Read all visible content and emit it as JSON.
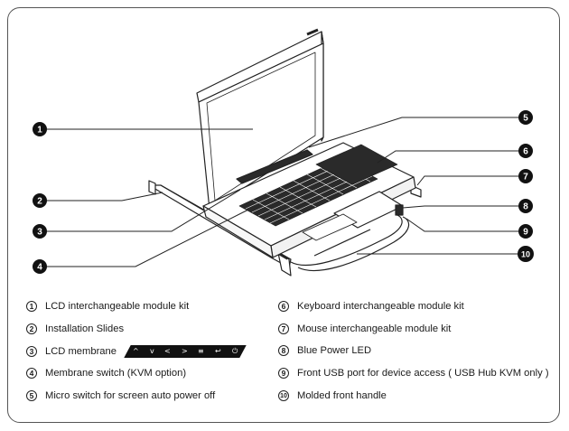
{
  "callouts": [
    "1",
    "2",
    "3",
    "4",
    "5",
    "6",
    "7",
    "8",
    "9",
    "10"
  ],
  "legend": {
    "left": [
      {
        "num": "1",
        "text": "LCD interchangeable module kit"
      },
      {
        "num": "2",
        "text": "Installation Slides"
      },
      {
        "num": "3",
        "text": "LCD membrane"
      },
      {
        "num": "4",
        "text": "Membrane switch (KVM option)"
      },
      {
        "num": "5",
        "text": "Micro switch for screen auto power off"
      }
    ],
    "right": [
      {
        "num": "6",
        "text": "Keyboard interchangeable module kit"
      },
      {
        "num": "7",
        "text": "Mouse interchangeable module kit"
      },
      {
        "num": "8",
        "text": "Blue Power LED"
      },
      {
        "num": "9",
        "text": "Front USB port for device access ( USB Hub KVM only )"
      },
      {
        "num": "10",
        "text": "Molded front handle"
      }
    ]
  },
  "membrane_icons": [
    "^",
    "v",
    "<",
    ">",
    "≡",
    "↩",
    "⏻"
  ]
}
